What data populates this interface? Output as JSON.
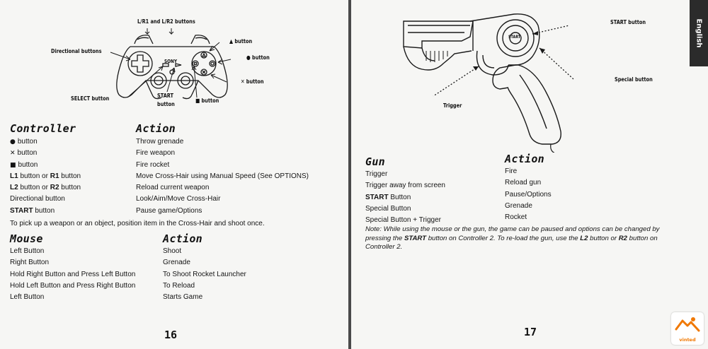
{
  "left_page": {
    "diagram_labels": {
      "shoulder": "L/R1 and L/R2 buttons",
      "triangle": "▲ button",
      "circle": "● button",
      "directional": "Directional buttons",
      "cross": "✕ button",
      "select": "SELECT button",
      "start_line1": "START",
      "start_line2": "button",
      "square": "■ button",
      "brand": "SONY"
    },
    "controller_table": {
      "col_control": "Controller",
      "col_action": "Action",
      "rows": [
        {
          "sym": "●",
          "control": "button",
          "action": "Throw grenade"
        },
        {
          "sym": "✕",
          "control": "button",
          "action": "Fire weapon"
        },
        {
          "sym": "■",
          "control": "button",
          "action": "Fire rocket"
        },
        {
          "b1": "L1",
          "mid": "button or",
          "b2": "R1",
          "end": "button",
          "action": "Move Cross-Hair using Manual Speed (See OPTIONS)"
        },
        {
          "b1": "L2",
          "mid": "button or",
          "b2": "R2",
          "end": "button",
          "action": "Reload current weapon"
        },
        {
          "control": "Directional button",
          "action": "Look/Aim/Move Cross-Hair"
        },
        {
          "b1": "START",
          "end": "button",
          "action": "Pause game/Options"
        }
      ],
      "footnote": "To pick up a weapon or an object, position item in the Cross-Hair and shoot once."
    },
    "mouse_table": {
      "col_control": "Mouse",
      "col_action": "Action",
      "rows": [
        {
          "control": "Left Button",
          "action": "Shoot"
        },
        {
          "control": "Right Button",
          "action": "Grenade"
        },
        {
          "control": "Hold Right Button and Press Left Button",
          "action": "To Shoot Rocket Launcher"
        },
        {
          "control": "Hold Left Button and Press Right Button",
          "action": "To Reload"
        },
        {
          "control": "Left Button",
          "action": "Starts Game"
        }
      ]
    },
    "page_number": "16"
  },
  "right_page": {
    "diagram_labels": {
      "start": "START button",
      "special": "Special button",
      "trigger": "Trigger",
      "start_on_gun": "START"
    },
    "language_tab": "English",
    "gun_table": {
      "col_control": "Gun",
      "col_action": "Action",
      "rows": [
        {
          "control": "Trigger",
          "action": "Fire"
        },
        {
          "control": "Trigger away from screen",
          "action": "Reload gun"
        },
        {
          "b1": "START",
          "end": "Button",
          "action": "Pause/Options"
        },
        {
          "control": "Special Button",
          "action": "Grenade"
        },
        {
          "control": "Special Button + Trigger",
          "action": "Rocket"
        }
      ]
    },
    "note": {
      "part1": "Note: While using the mouse or the gun, the game can be paused and options can be changed by pressing the",
      "start": "START",
      "part2": "button on Controller 2. To re-load the gun, use the",
      "l2": "L2",
      "part3": "button or",
      "r2": "R2",
      "part4": "button on Controller 2."
    },
    "page_number": "17"
  },
  "watermark": {
    "text": "vinted"
  }
}
